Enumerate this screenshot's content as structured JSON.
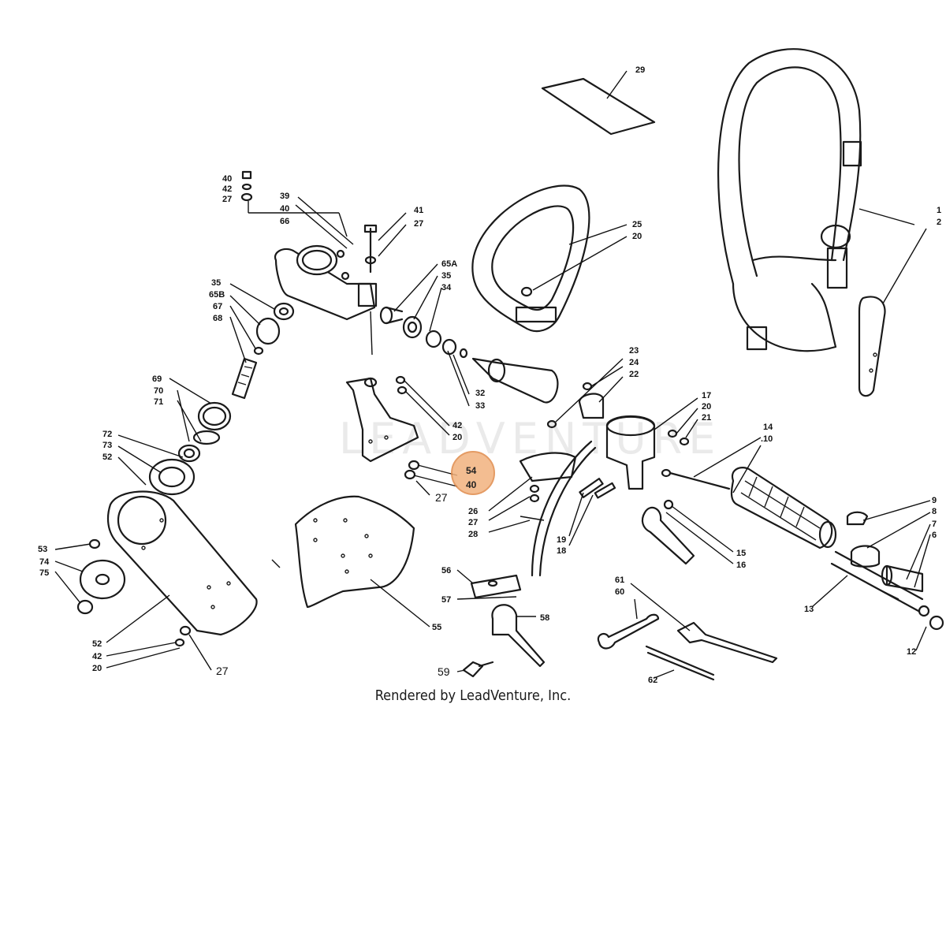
{
  "footer": {
    "credit": "Rendered by LeadVenture, Inc."
  },
  "watermark": {
    "text": "LEADVENTURE",
    "color": "#d9d9d9"
  },
  "highlight": {
    "color": "#f2b27e",
    "labels": [
      "54",
      "40"
    ]
  },
  "callouts": [
    {
      "id": "c29",
      "text": "29"
    },
    {
      "id": "c1",
      "text": "1"
    },
    {
      "id": "c2",
      "text": "2"
    },
    {
      "id": "c40a",
      "text": "40"
    },
    {
      "id": "c42a",
      "text": "42"
    },
    {
      "id": "c27a",
      "text": "27"
    },
    {
      "id": "c39",
      "text": "39"
    },
    {
      "id": "c40b",
      "text": "40"
    },
    {
      "id": "c66",
      "text": "66"
    },
    {
      "id": "c41",
      "text": "41"
    },
    {
      "id": "c27b",
      "text": "27"
    },
    {
      "id": "c25",
      "text": "25"
    },
    {
      "id": "c20a",
      "text": "20"
    },
    {
      "id": "c65A",
      "text": "65A"
    },
    {
      "id": "c35a",
      "text": "35"
    },
    {
      "id": "c34",
      "text": "34"
    },
    {
      "id": "c35b",
      "text": "35"
    },
    {
      "id": "c65B",
      "text": "65B"
    },
    {
      "id": "c67",
      "text": "67"
    },
    {
      "id": "c68",
      "text": "68"
    },
    {
      "id": "c32",
      "text": "32"
    },
    {
      "id": "c33",
      "text": "33"
    },
    {
      "id": "c23",
      "text": "23"
    },
    {
      "id": "c24",
      "text": "24"
    },
    {
      "id": "c22",
      "text": "22"
    },
    {
      "id": "c42b",
      "text": "42"
    },
    {
      "id": "c20b",
      "text": "20"
    },
    {
      "id": "c17",
      "text": "17"
    },
    {
      "id": "c20c",
      "text": "20"
    },
    {
      "id": "c21",
      "text": "21"
    },
    {
      "id": "c69",
      "text": "69"
    },
    {
      "id": "c70",
      "text": "70"
    },
    {
      "id": "c71",
      "text": "71"
    },
    {
      "id": "c14",
      "text": "14"
    },
    {
      "id": "c10",
      "text": ".10"
    },
    {
      "id": "c72",
      "text": "72"
    },
    {
      "id": "c73",
      "text": "73"
    },
    {
      "id": "c52a",
      "text": "52"
    },
    {
      "id": "c27c",
      "text": "27"
    },
    {
      "id": "c26",
      "text": "26"
    },
    {
      "id": "c27d",
      "text": "27"
    },
    {
      "id": "c28",
      "text": "28"
    },
    {
      "id": "c9",
      "text": "9"
    },
    {
      "id": "c8",
      "text": "8"
    },
    {
      "id": "c7",
      "text": "7"
    },
    {
      "id": "c6",
      "text": "6"
    },
    {
      "id": "c19",
      "text": "19"
    },
    {
      "id": "c18",
      "text": "18"
    },
    {
      "id": "c15",
      "text": "15"
    },
    {
      "id": "c16",
      "text": "16"
    },
    {
      "id": "c53",
      "text": "53"
    },
    {
      "id": "c74",
      "text": "74"
    },
    {
      "id": "c75",
      "text": "75"
    },
    {
      "id": "c56",
      "text": "56"
    },
    {
      "id": "c57",
      "text": "57"
    },
    {
      "id": "c61",
      "text": "61"
    },
    {
      "id": "c60",
      "text": "60"
    },
    {
      "id": "c13",
      "text": "13"
    },
    {
      "id": "c55",
      "text": "55"
    },
    {
      "id": "c58",
      "text": "58"
    },
    {
      "id": "c52b",
      "text": "52"
    },
    {
      "id": "c42c",
      "text": "42"
    },
    {
      "id": "c20d",
      "text": "20"
    },
    {
      "id": "c27e",
      "text": "27"
    },
    {
      "id": "c12",
      "text": "12"
    },
    {
      "id": "c59",
      "text": "59"
    },
    {
      "id": "c62",
      "text": "62"
    }
  ]
}
